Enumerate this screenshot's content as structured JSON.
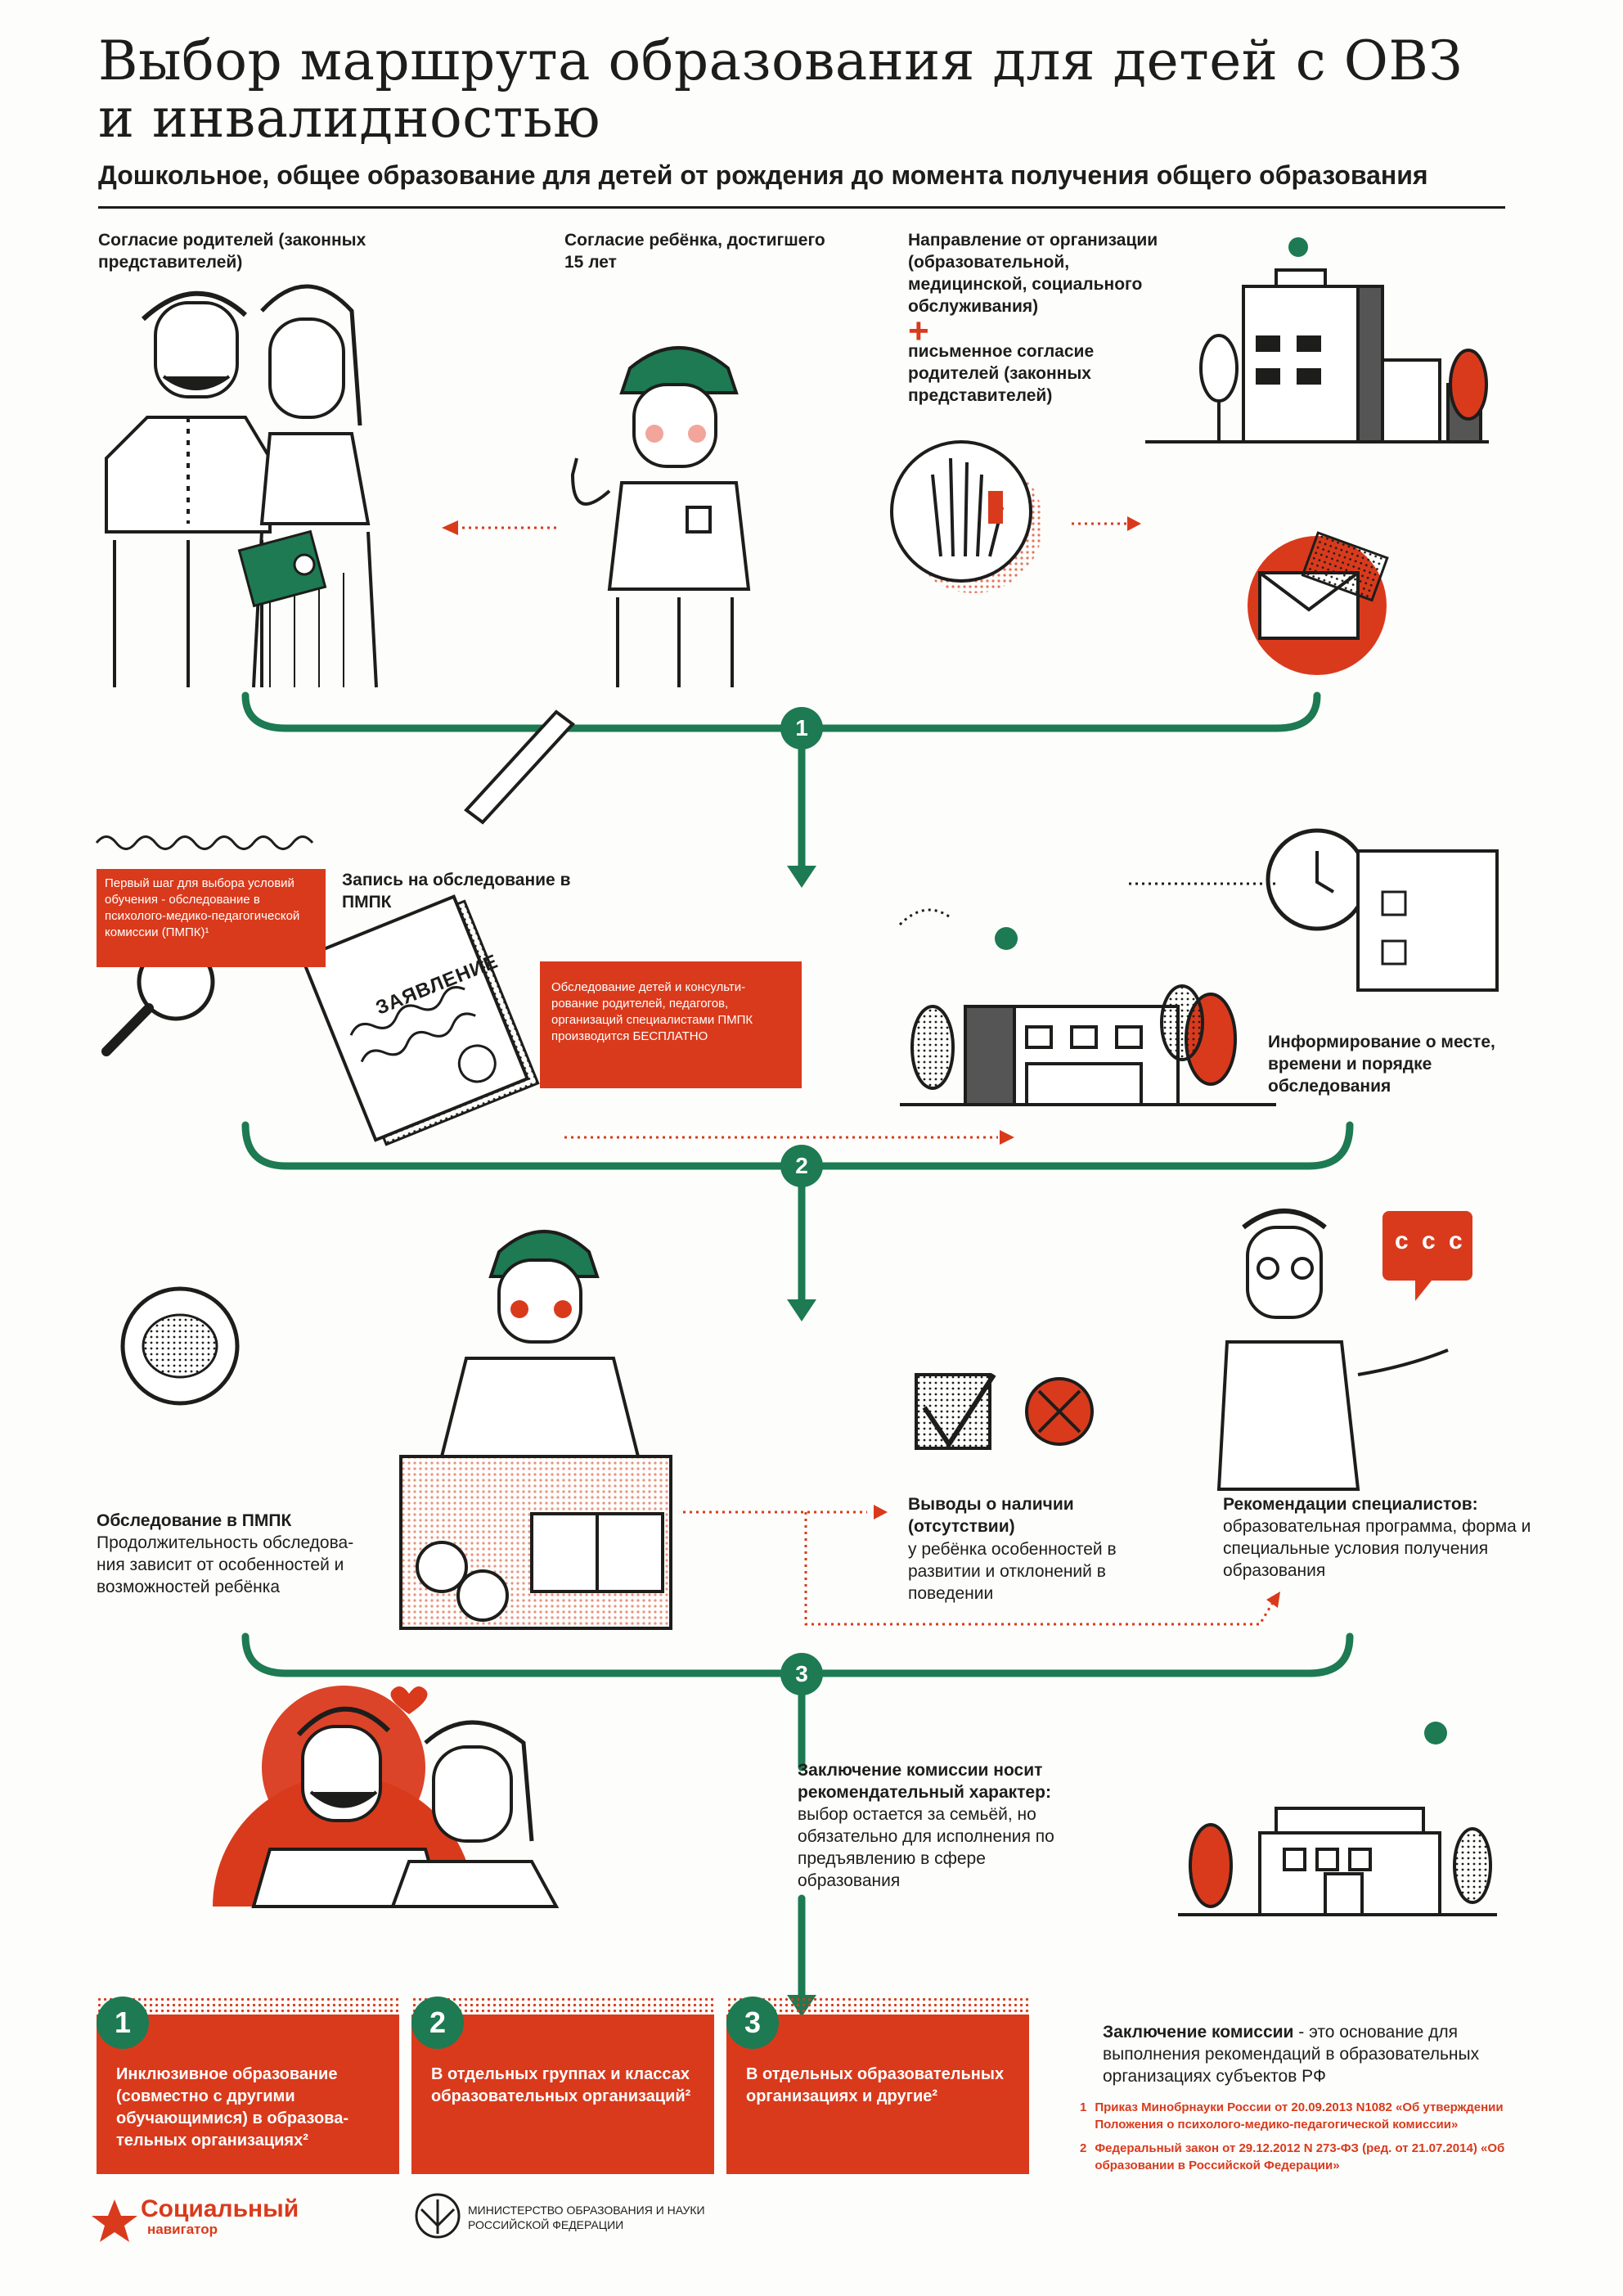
{
  "header": {
    "title": "Выбор маршрута образования для детей с ОВЗ и инвалидностью",
    "subtitle": "Дошкольное, общее образование для детей от рождения до момента получения общего образования"
  },
  "colors": {
    "accent": "#d93a1c",
    "green": "#1d7a52",
    "ink": "#1d1d1b"
  },
  "section1": {
    "parents_consent": "Согласие родителей (законных представителей)",
    "child_consent": "Согласие ребёнка, достигшего 15 лет",
    "org_referral": "Направление от организации (образовательной, медицинской, социального обслуживания)",
    "plus": "+",
    "written_consent": "письменное согласие родителей (законных представителей)"
  },
  "steps": {
    "one": "1",
    "two": "2",
    "three": "3"
  },
  "section2": {
    "first_step_note": "Первый шаг для выбора условий обучения - обследование в психолого-медико-педагогической комиссии (ПМПК)¹",
    "registration_label": "Запись на обследование в ПМПК",
    "application_word": "ЗАЯВЛЕНИЕ",
    "free_note": "Обследование детей и консульти-рование родителей, педагогов, организаций специалистами ПМПК производится БЕСПЛАТНО",
    "informing": "Информирование о месте, времени и порядке обследования"
  },
  "section3": {
    "exam_title": "Обследование в ПМПК",
    "exam_text": "Продолжительность обследова-ния зависит от особенностей и возможностей ребёнка",
    "conclusions_title": "Выводы о наличии (отсутствии)",
    "conclusions_text": "у ребёнка особенностей в развитии и отклонений в поведении",
    "recommend_title": "Рекомендации специалистов:",
    "recommend_text": "образовательная программа, форма и специальные условия получения образования",
    "speech_bubble": "с с с"
  },
  "section4": {
    "conclusion_title": "Заключение комиссии носит рекомендательный характер:",
    "conclusion_text": "выбор остается за семьёй, но обязательно для исполнения по предъявлению в сфере образования"
  },
  "options": [
    {
      "num": "1",
      "text": "Инклюзивное образование (совместно с другими обучающимися) в образова-тельных организациях²"
    },
    {
      "num": "2",
      "text": "В отдельных группах и классах образовательных организаций²"
    },
    {
      "num": "3",
      "text": "В отдельных образовательных организациях и другие²"
    }
  ],
  "basis": {
    "bold": "Заключение комиссии",
    "text": " - это основание для выполнения рекомендаций в образовательных организациях субъектов РФ"
  },
  "footnotes": [
    {
      "num": "1",
      "text": "Приказ Минобрнауки России от 20.09.2013 N1082 «Об утверждении Положения о психолого-медико-педагогической комиссии»"
    },
    {
      "num": "2",
      "text": "Федеральный закон от 29.12.2012 N 273-ФЗ (ред. от 21.07.2014) «Об образовании в Российской Федерации»"
    }
  ],
  "logos": {
    "social_top": "Социальный",
    "social_bottom": "навигатор",
    "ministry": "МИНИСТЕРСТВО ОБРАЗОВАНИЯ И НАУКИ РОССИЙСКОЙ ФЕДЕРАЦИИ"
  }
}
